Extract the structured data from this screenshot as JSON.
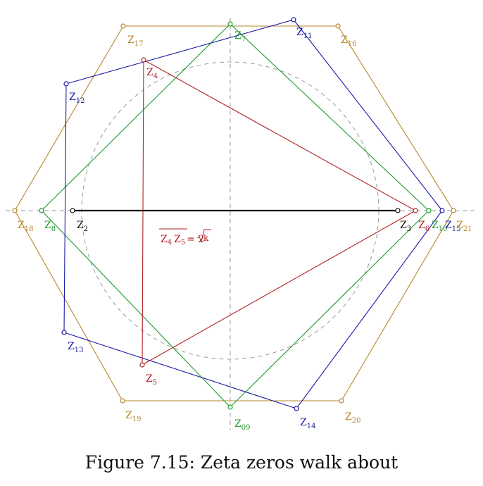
{
  "caption": "Figure 7.15: Zeta zeros walk about",
  "colors": {
    "black": "#111111",
    "red": "#b22222",
    "green": "#1f9a2f",
    "blue": "#1a1aa6",
    "gold": "#b8862b",
    "guide": "#9a9a9a"
  },
  "formula": {
    "a": "Z",
    "sa": "4",
    "b": "Z",
    "sb": "5",
    "eq": "= 2",
    "rad": "k"
  },
  "points": {
    "z2": {
      "main": "Z",
      "sub": "2"
    },
    "z3": {
      "main": "Z",
      "sub": "3"
    },
    "z4": {
      "main": "Z",
      "sub": "4"
    },
    "z5": {
      "main": "Z",
      "sub": "5"
    },
    "z6": {
      "main": "Z",
      "sub": "6"
    },
    "z7": {
      "main": "Z",
      "sub": "7"
    },
    "z8": {
      "main": "Z",
      "sub": "8"
    },
    "z09": {
      "main": "Z",
      "sub": "09"
    },
    "z10": {
      "main": "Z",
      "sub": "10"
    },
    "z11": {
      "main": "Z",
      "sub": "11"
    },
    "z12": {
      "main": "Z",
      "sub": "12"
    },
    "z13": {
      "main": "Z",
      "sub": "13"
    },
    "z14": {
      "main": "Z",
      "sub": "14"
    },
    "z15": {
      "main": "Z",
      "sub": "15"
    },
    "z16": {
      "main": "Z",
      "sub": "16"
    },
    "z17": {
      "main": "Z",
      "sub": "17"
    },
    "z18": {
      "main": "Z",
      "sub": "18"
    },
    "z19": {
      "main": "Z",
      "sub": "19"
    },
    "z20": {
      "main": "Z",
      "sub": "20"
    },
    "z21": {
      "main": "Z",
      "sub": "21"
    }
  }
}
